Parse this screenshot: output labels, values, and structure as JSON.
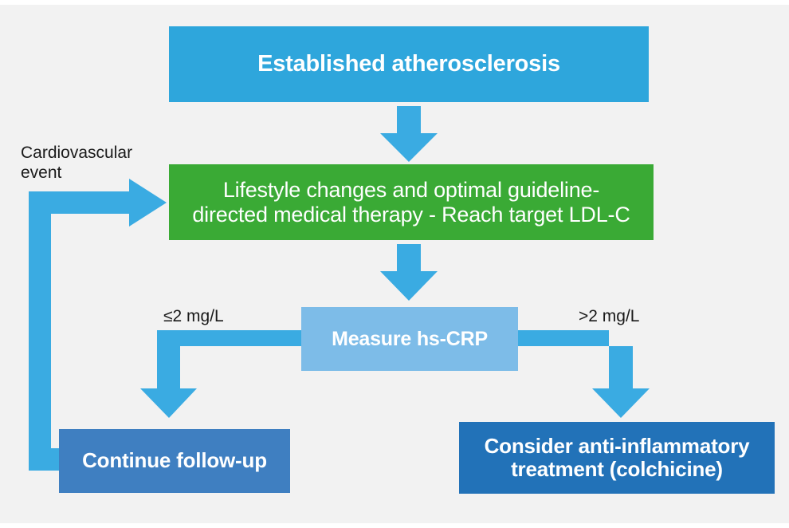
{
  "diagram": {
    "title": "Established atherosclerosis hs-CRP management pathway",
    "background_color": "#f2f2f2",
    "nodes": {
      "established": {
        "label": "Established atherosclerosis",
        "color": "#2ea6dc"
      },
      "lifestyle": {
        "label": "Lifestyle changes and optimal guideline-directed medical therapy - Reach target LDL-C",
        "line1": "Lifestyle changes and optimal guideline-",
        "line2": "directed medical therapy - Reach target LDL-C",
        "color": "#3aaa35"
      },
      "hscrp": {
        "label": "Measure hs-CRP",
        "color": "#7dbce8"
      },
      "followup": {
        "label": "Continue follow-up",
        "color": "#3f7fc1"
      },
      "antiinflammatory": {
        "label": "Consider anti-inflammatory treatment (colchicine)",
        "line1": "Consider anti-inflammatory",
        "line2": "treatment (colchicine)",
        "color": "#2272b8"
      }
    },
    "labels": {
      "cardiovascular_event": "Cardiovascular\nevent",
      "hscrp_low": "≤2 mg/L",
      "hscrp_high": ">2 mg/L"
    },
    "connector_color": "#3aabe2",
    "edges": [
      {
        "from": "established",
        "to": "lifestyle",
        "kind": "down-arrow",
        "label": ""
      },
      {
        "from": "lifestyle",
        "to": "hscrp",
        "kind": "down-arrow",
        "label": ""
      },
      {
        "from": "hscrp",
        "to": "followup",
        "kind": "elbow-left-down-arrow",
        "label": "≤2 mg/L"
      },
      {
        "from": "hscrp",
        "to": "antiinflammatory",
        "kind": "elbow-right-down-arrow",
        "label": ">2 mg/L"
      },
      {
        "from": "followup",
        "to": "lifestyle",
        "kind": "feedback-loop-left-up-right-arrow",
        "label": "Cardiovascular event"
      }
    ]
  }
}
